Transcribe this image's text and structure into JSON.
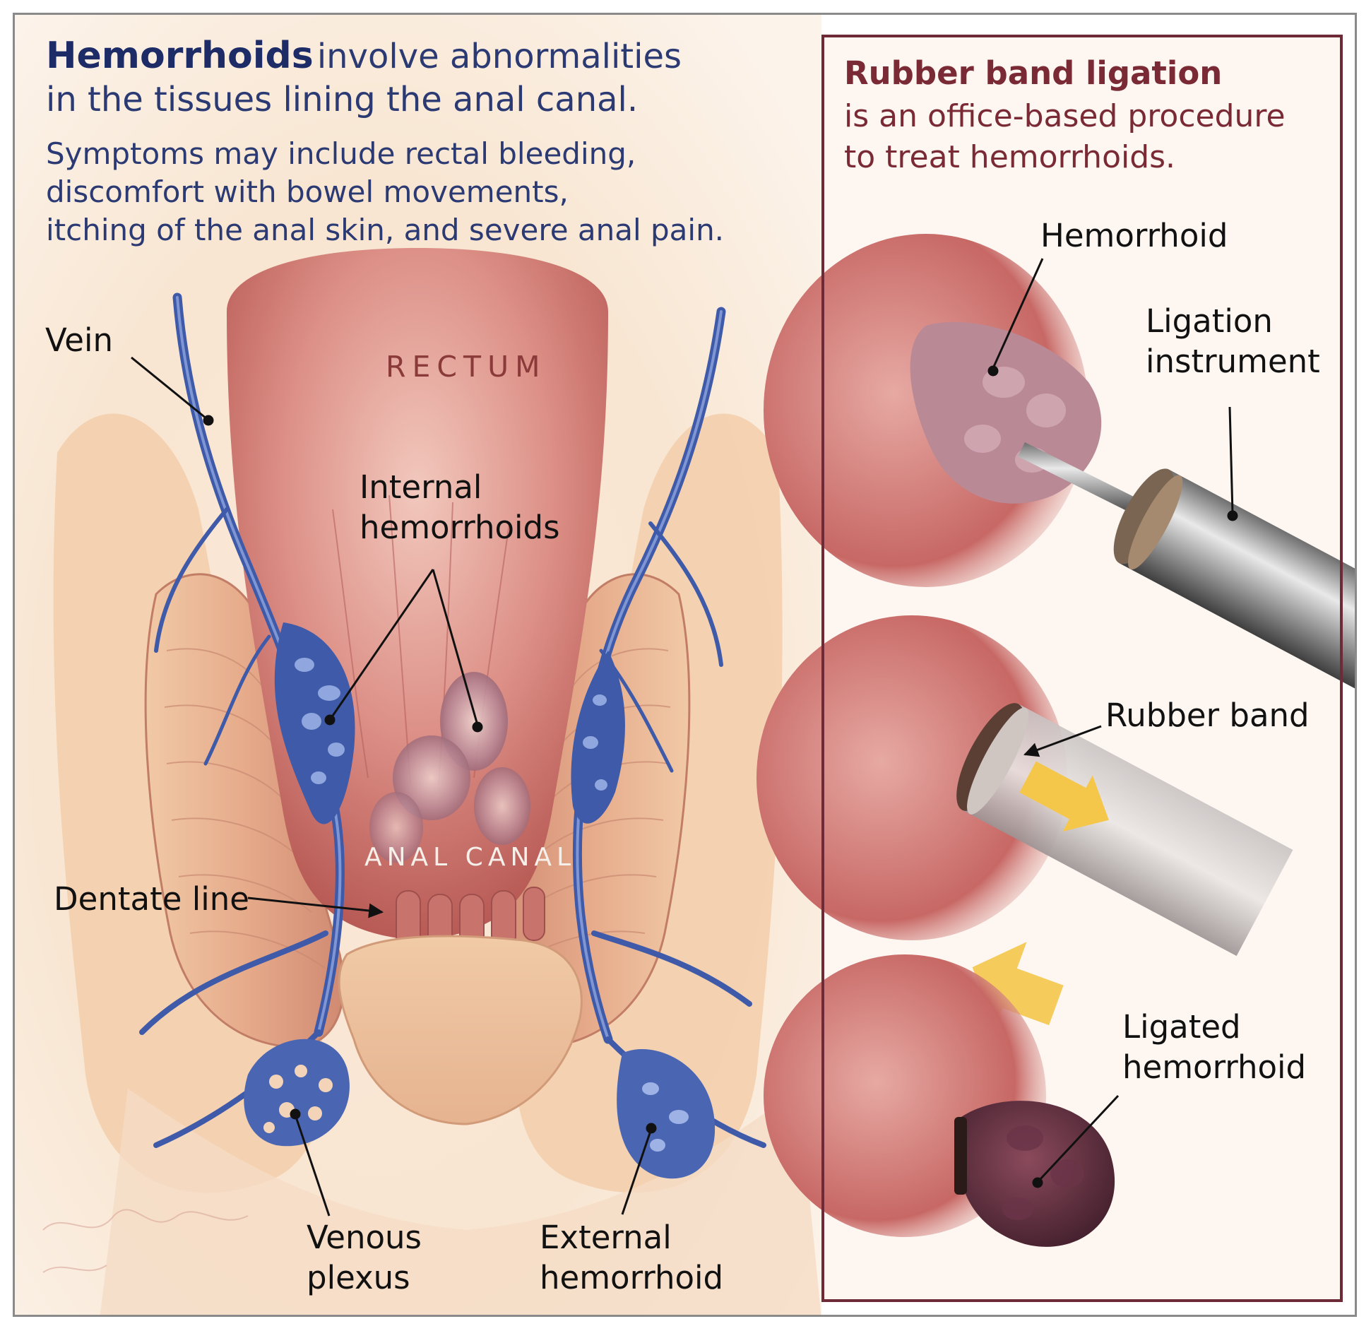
{
  "headline": {
    "strong": "Hemorrhoids",
    "rest": "involve abnormalities",
    "line2": "in the tissues lining the anal canal."
  },
  "symptoms": {
    "lines": [
      "Symptoms may include rectal bleeding,",
      "discomfort with bowel movements,",
      "itching of the anal skin, and severe anal pain."
    ]
  },
  "anatomy": {
    "rectum": "RECTUM",
    "anal_canal": "ANAL CANAL",
    "vein": "Vein",
    "internal_hemorrhoids": [
      "Internal",
      "hemorrhoids"
    ],
    "dentate_line": "Dentate line",
    "venous_plexus": [
      "Venous",
      "plexus"
    ],
    "external_hemorrhoid": [
      "External",
      "hemorrhoid"
    ]
  },
  "procedure": {
    "title": "Rubber band ligation",
    "subtitle": [
      "is an office-based procedure",
      "to treat hemorrhoids."
    ],
    "hemorrhoid": "Hemorrhoid",
    "instrument": [
      "Ligation",
      "instrument"
    ],
    "rubber_band": "Rubber band",
    "ligated": [
      "Ligated",
      "hemorrhoid"
    ]
  },
  "colors": {
    "navy": "#2b3a73",
    "maroon": "#7a2a35",
    "vein_blue": "#3e5aa8",
    "tissue": "#c96a62"
  }
}
